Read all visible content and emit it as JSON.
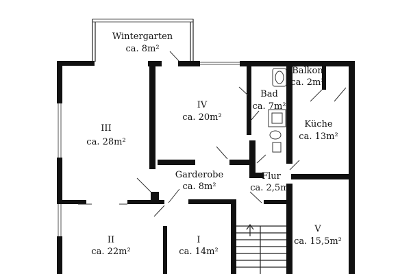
{
  "rooms": {
    "wintergarten": {
      "name": "Wintergarten",
      "area": "ca. 8m²"
    },
    "iv": {
      "name": "IV",
      "area": "ca. 20m²"
    },
    "bad": {
      "name": "Bad",
      "area": "ca. 7m²"
    },
    "balkon": {
      "name": "Balkon",
      "area": "ca. 2m²"
    },
    "iii": {
      "name": "III",
      "area": "ca. 28m²"
    },
    "kueche": {
      "name": "Küche",
      "area": "ca. 13m²"
    },
    "garderobe": {
      "name": "Garderobe",
      "area": "ca. 8m²"
    },
    "flur": {
      "name": "Flur",
      "area": "ca. 2,5m²"
    },
    "ii": {
      "name": "II",
      "area": "ca. 22m²"
    },
    "i": {
      "name": "I",
      "area": "ca. 14m²"
    },
    "v": {
      "name": "V",
      "area": "ca. 15,5m²"
    }
  }
}
